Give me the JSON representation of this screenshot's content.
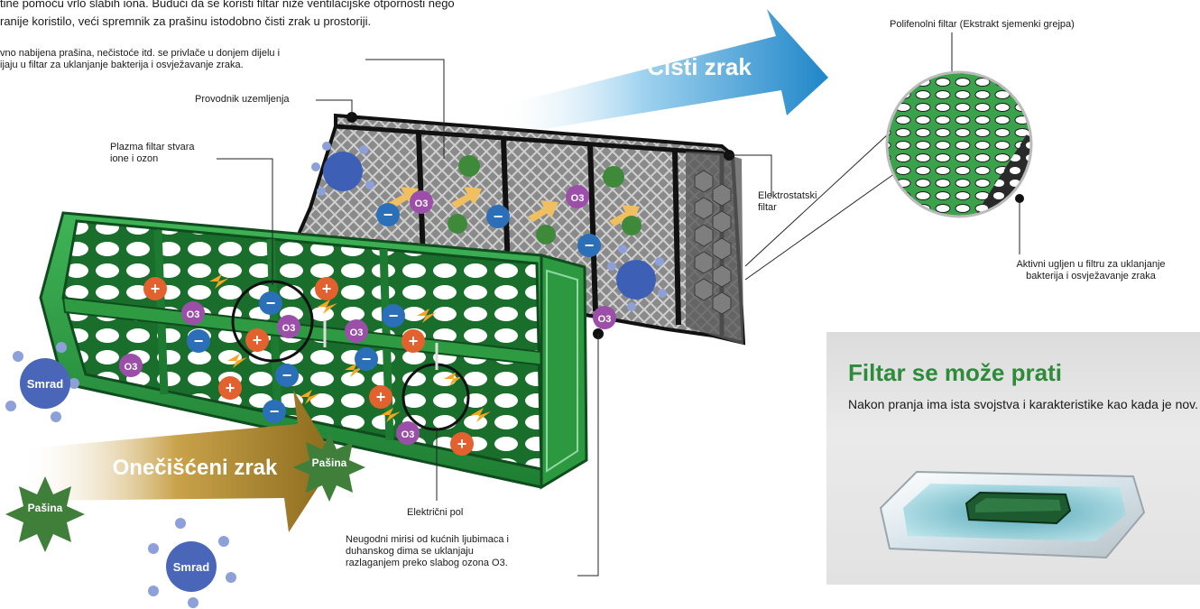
{
  "intro": {
    "line1": "tine pomoću vrlo slabih iona. Budući da se koristi filtar niže ventilacijske otpornosti nego",
    "line2": "ranije koristilo, veći spremnik za prašinu istodobno čisti zrak u prostoriji."
  },
  "labels": {
    "dust_line1": "vno nabijena prašina, nečistoće itd. se privlače u donjem dijelu i",
    "dust_line2": "ijaju u filtar za uklanjanje bakterija i osvježavanje zraka.",
    "grounding": "Provodnik uzemljenja",
    "plasma_line1": "Plazma filtar stvara",
    "plasma_line2": "ione i ozon",
    "electrostatic_line1": "Elektrostatski",
    "electrostatic_line2": "filtar",
    "polyphenol": "Polifenolni filtar (Ekstrakt sjemenki grejpa)",
    "carbon_line1": "Aktivni ugljen u filtru za uklanjanje",
    "carbon_line2": "bakterija i osvježavanje zraka",
    "electric_pole": "Električni pol",
    "odor_line1": "Neugodni mirisi od kućnih ljubimaca i",
    "odor_line2": "duhanskog dima se uklanjaju",
    "odor_line3": "razlaganjem preko slabog ozona O3."
  },
  "arrows": {
    "clean_air": "Čisti zrak",
    "polluted_air": "Onečišćeni zrak"
  },
  "particles": {
    "smell": "Smrad",
    "dust": "Pašina",
    "ozone": "O3",
    "plus": "+",
    "minus": "−"
  },
  "washable": {
    "title": "Filtar se može prati",
    "text": "Nakon pranja ima ista svojstva i karakteristike kao kada je nov."
  },
  "colors": {
    "accent_green": "#2e8b3a",
    "clean_arrow": "#1f86c8",
    "polluted_arrow": "#b5892a",
    "ion_plus": "#e2612e",
    "ion_minus": "#2a6fb8",
    "ozone": "#9b4fa8"
  }
}
